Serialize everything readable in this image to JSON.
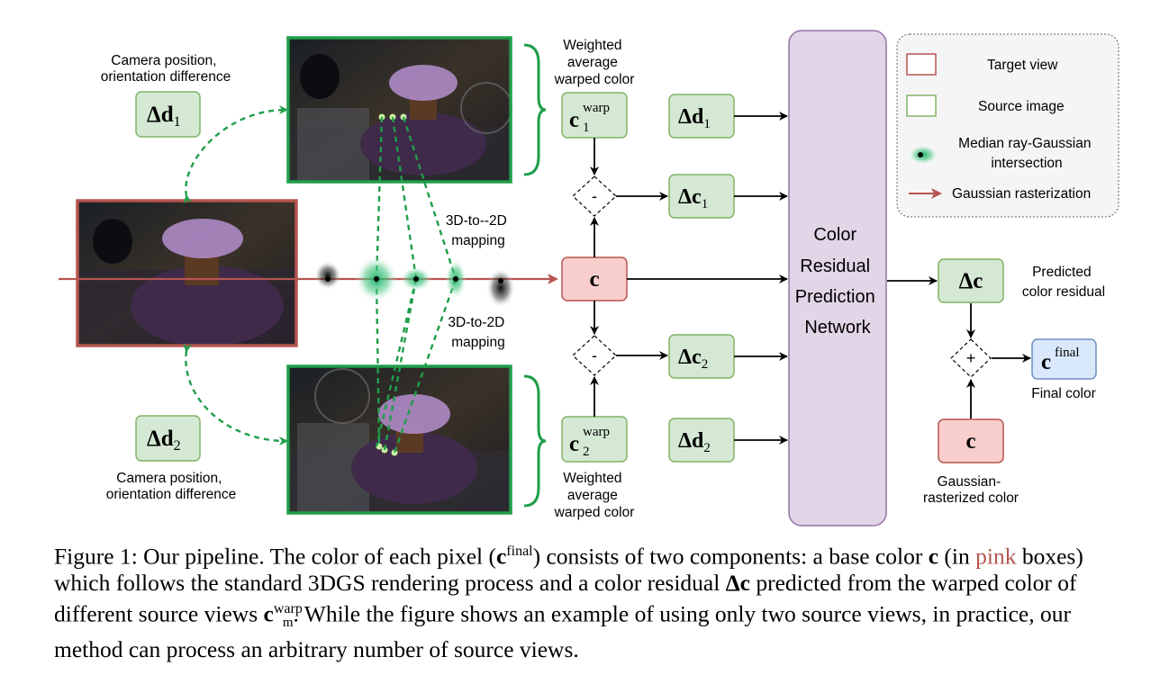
{
  "labels": {
    "camera_top": [
      "Camera position,",
      "orientation difference"
    ],
    "camera_bottom": [
      "Camera position,",
      "orientation difference"
    ],
    "weighted_top": [
      "Weighted",
      "average",
      "warped color"
    ],
    "weighted_bottom": [
      "Weighted",
      "average",
      "warped color"
    ],
    "mapping_top": [
      "3D-to--2D",
      "mapping"
    ],
    "mapping_bottom": [
      "3D-to-2D",
      "mapping"
    ],
    "network": [
      "Color",
      "Residual",
      "Prediction",
      "Network"
    ],
    "predicted": [
      "Predicted",
      "color residual"
    ],
    "final": "Final color",
    "gaussian": [
      "Gaussian-",
      "rasterized color"
    ],
    "minus": "-",
    "plus": "+"
  },
  "math": {
    "delta": "Δ",
    "d": "d",
    "c": "c",
    "sub1": "1",
    "sub2": "2",
    "warp": "warp",
    "final": "final"
  },
  "legend": {
    "target": "Target view",
    "source": "Source image",
    "median": [
      "Median ray-Gaussian",
      "intersection"
    ],
    "raster": "Gaussian rasterization"
  },
  "caption": {
    "part1": "Figure 1: Our pipeline. The color of each pixel (",
    "c_sym": "c",
    "final_sup": "final",
    "part2": ") consists of two components: a base color ",
    "c_sym2": "c",
    "part3": " (in",
    "pink_word": "pink",
    "part4": " boxes) which follows the standard 3DGS rendering process and a color residual ",
    "delta_c": "Δc",
    "part5": " predicted from the warped color of different source views ",
    "cm": "c",
    "cm_sup": "warp",
    "cm_sub": "m",
    "part6": ". While the figure shows an example of using only two source views, in practice, our method can process an arbitrary number of source views."
  },
  "colors": {
    "green_fill": "#d5e8d4",
    "green_stroke": "#82b366",
    "pink_fill": "#f8cecc",
    "pink_stroke": "#b85450",
    "purple_fill": "#e1d5e7",
    "purple_stroke": "#9673a6",
    "blue_fill": "#dae8fc",
    "blue_stroke": "#6c8ebf",
    "image_border_green": "#1f9e4a",
    "image_border_red": "#b5554f",
    "dashed_green": "#1f9e4a"
  }
}
